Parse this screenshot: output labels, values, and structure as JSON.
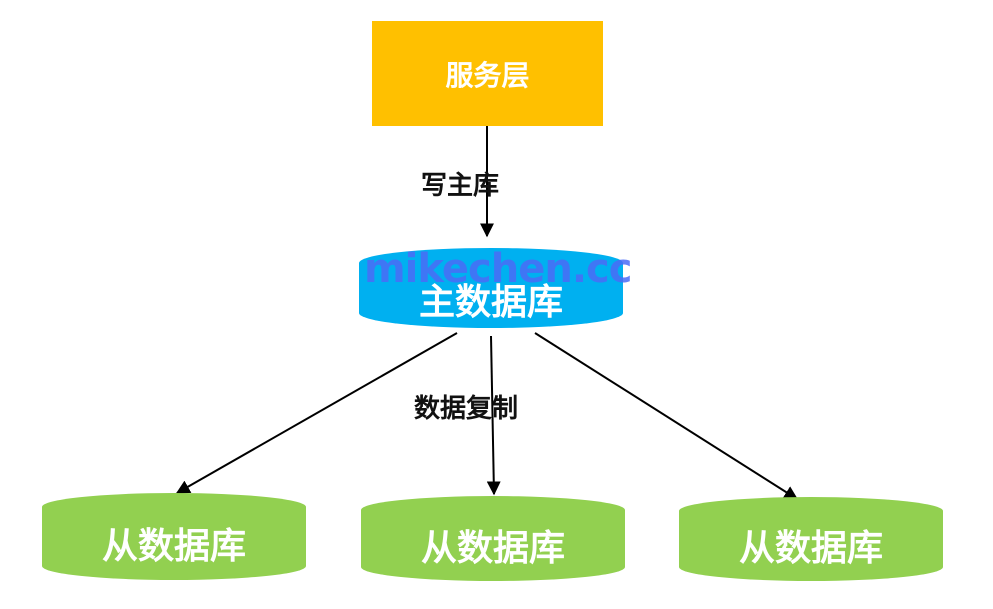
{
  "colors": {
    "service": "#ffc000",
    "master_db": "#00b0f0",
    "slave_db": "#92d050",
    "edge": "#000000",
    "watermark": "#4a6cf7"
  },
  "nodes": {
    "service_layer": "服务层",
    "master_db": "主数据库",
    "slave_dbs": [
      "从数据库",
      "从数据库",
      "从数据库"
    ]
  },
  "edges": {
    "write_label": "写主库",
    "replication_label": "数据复制"
  },
  "watermark": "mikechen.cc"
}
